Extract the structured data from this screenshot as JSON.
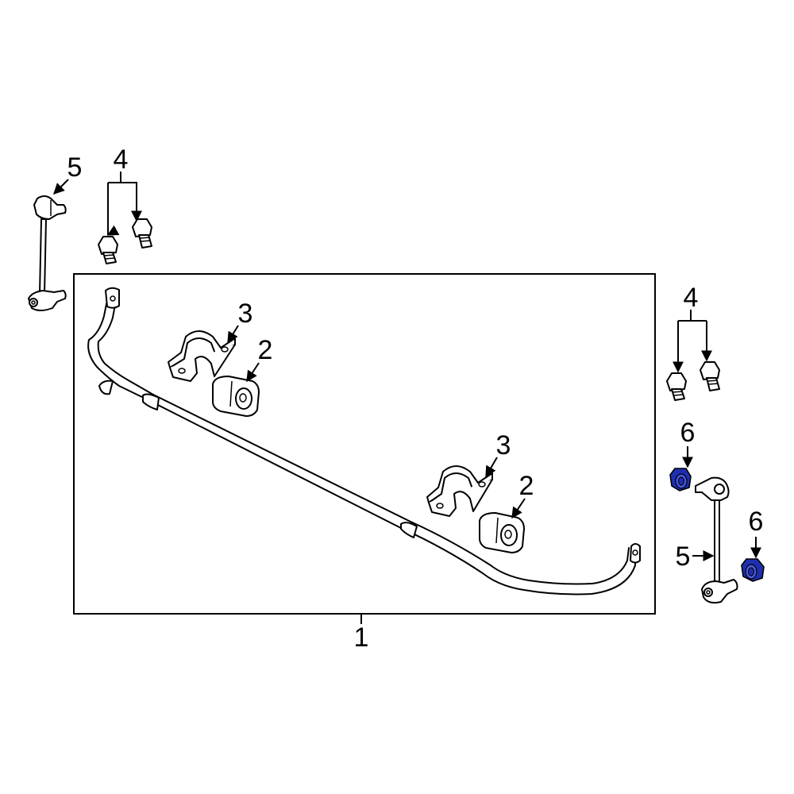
{
  "diagram": {
    "callouts": {
      "link_left": "5",
      "bolts_left": "4",
      "bracket_a": "3",
      "bushing_a": "2",
      "bar": "1",
      "bracket_b": "3",
      "bushing_b": "2",
      "bolts_right": "4",
      "nut_upper": "6",
      "link_right": "5",
      "nut_lower": "6"
    },
    "colors": {
      "highlight": "#1f2fb0",
      "line": "#000000",
      "background": "#ffffff"
    }
  }
}
